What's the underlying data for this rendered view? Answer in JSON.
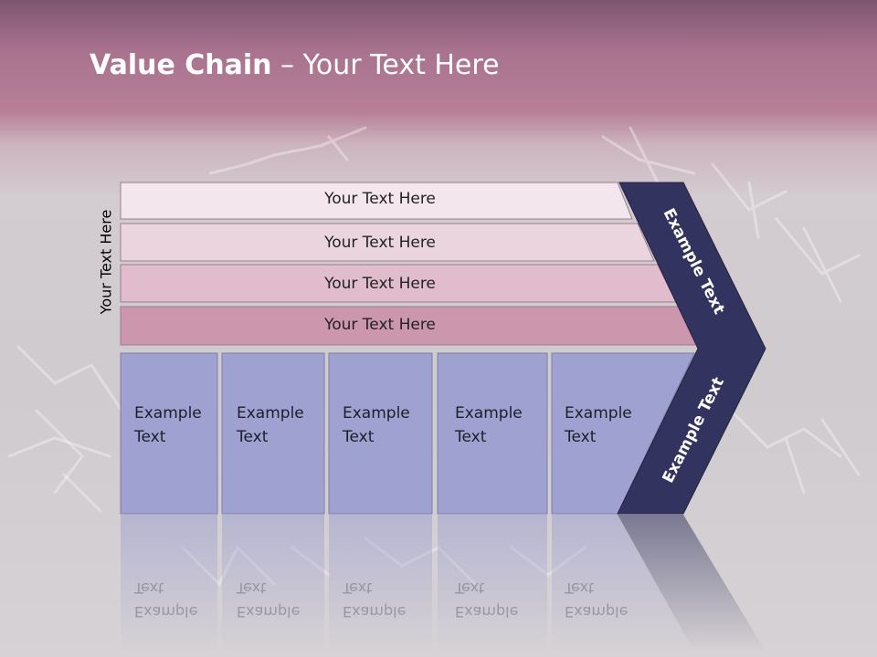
{
  "slide": {
    "title_bold": "Value Chain",
    "title_rest": " – Your Text Here",
    "side_label": "Your Text Here"
  },
  "bars": [
    {
      "label": "Your Text Here",
      "color": "#f3e6ec"
    },
    {
      "label": "Your Text Here",
      "color": "#ead4dd"
    },
    {
      "label": "Your Text Here",
      "color": "#e0bccc"
    },
    {
      "label": "Your Text Here",
      "color": "#cc96ad"
    }
  ],
  "boxes": [
    {
      "line1": "Example",
      "line2": "Text"
    },
    {
      "line1": "Example",
      "line2": "Text"
    },
    {
      "line1": "Example",
      "line2": "Text"
    },
    {
      "line1": "Example",
      "line2": "Text"
    },
    {
      "line1": "Example",
      "line2": "Text"
    }
  ],
  "arrow": {
    "upper_label": "Example Text",
    "lower_label": "Example Text",
    "color": "#33335f"
  },
  "colors": {
    "box_fill": "#9fa1d0",
    "box_border": "#7d7fa6"
  }
}
